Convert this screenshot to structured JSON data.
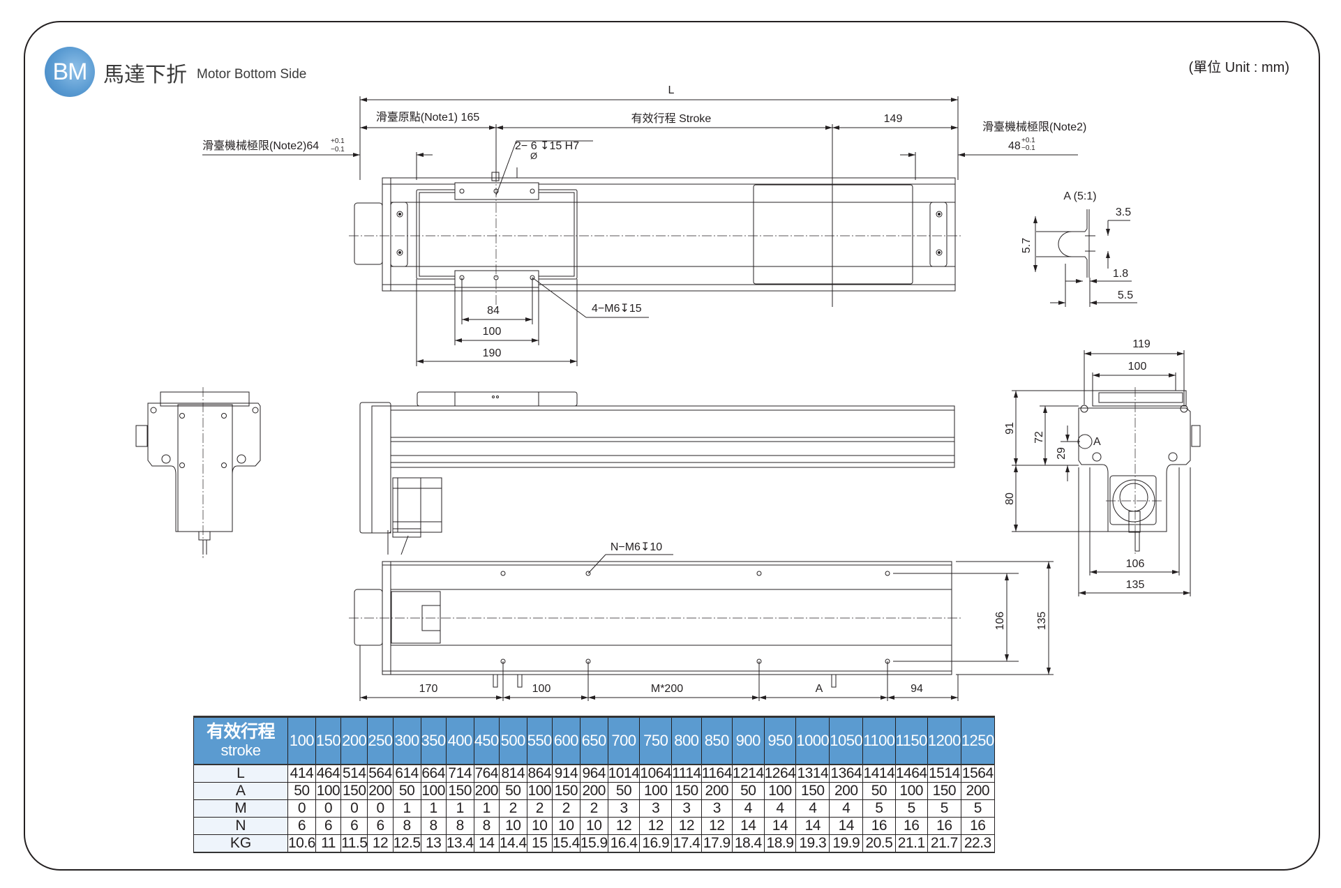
{
  "header": {
    "badge": "BM",
    "title_zh": "馬達下折",
    "title_en": "Motor Bottom Side",
    "unit": "(單位 Unit : mm)"
  },
  "top_view": {
    "dim_L": "L",
    "dim_origin": "滑臺原點(Note1) 165",
    "dim_stroke": "有效行程 Stroke",
    "dim_149": "149",
    "limit_left_label": "滑臺機械極限(Note2)64",
    "limit_left_tol_plus": "+0.1",
    "limit_left_tol_minus": "−0.1",
    "limit_right_label": "滑臺機械極限(Note2)",
    "limit_right_value": "48",
    "limit_right_tol_plus": "+0.1",
    "limit_right_tol_minus": "−0.1",
    "pin_hole_callout": "2−  6 ↧15  H7",
    "pin_hole_dia": "Ø",
    "tapped_hole_callout": "4−M6↧15",
    "dim_84": "84",
    "dim_100": "100",
    "dim_190": "190"
  },
  "detail_a": {
    "title": "A (5:1)",
    "dim_3_5": "3.5",
    "dim_5_7": "5.7",
    "dim_1_8": "1.8",
    "dim_5_5": "5.5"
  },
  "end_view": {
    "dim_119": "119",
    "dim_100": "100",
    "dim_91": "91",
    "dim_72": "72",
    "dim_29": "29",
    "dim_80": "80",
    "detail_marker": "A",
    "dim_106": "106",
    "dim_135": "135"
  },
  "bottom_view": {
    "callout": "N−M6↧10",
    "dim_170": "170",
    "dim_100": "100",
    "dim_m200": "M*200",
    "dim_a": "A",
    "dim_94": "94",
    "dim_106": "106",
    "dim_135": "135"
  },
  "spec_table": {
    "header_zh": "有效行程",
    "header_en": "stroke",
    "strokes": [
      "100",
      "150",
      "200",
      "250",
      "300",
      "350",
      "400",
      "450",
      "500",
      "550",
      "600",
      "650",
      "700",
      "750",
      "800",
      "850",
      "900",
      "950",
      "1000",
      "1050",
      "1100",
      "1150",
      "1200",
      "1250"
    ],
    "rows": [
      {
        "label": "L",
        "values": [
          "414",
          "464",
          "514",
          "564",
          "614",
          "664",
          "714",
          "764",
          "814",
          "864",
          "914",
          "964",
          "1014",
          "1064",
          "1114",
          "1164",
          "1214",
          "1264",
          "1314",
          "1364",
          "1414",
          "1464",
          "1514",
          "1564"
        ]
      },
      {
        "label": "A",
        "values": [
          "50",
          "100",
          "150",
          "200",
          "50",
          "100",
          "150",
          "200",
          "50",
          "100",
          "150",
          "200",
          "50",
          "100",
          "150",
          "200",
          "50",
          "100",
          "150",
          "200",
          "50",
          "100",
          "150",
          "200"
        ]
      },
      {
        "label": "M",
        "values": [
          "0",
          "0",
          "0",
          "0",
          "1",
          "1",
          "1",
          "1",
          "2",
          "2",
          "2",
          "2",
          "3",
          "3",
          "3",
          "3",
          "4",
          "4",
          "4",
          "4",
          "5",
          "5",
          "5",
          "5"
        ]
      },
      {
        "label": "N",
        "values": [
          "6",
          "6",
          "6",
          "6",
          "8",
          "8",
          "8",
          "8",
          "10",
          "10",
          "10",
          "10",
          "12",
          "12",
          "12",
          "12",
          "14",
          "14",
          "14",
          "14",
          "16",
          "16",
          "16",
          "16"
        ]
      },
      {
        "label": "KG",
        "values": [
          "10.6",
          "11",
          "11.5",
          "12",
          "12.5",
          "13",
          "13.4",
          "14",
          "14.4",
          "15",
          "15.4",
          "15.9",
          "16.4",
          "16.9",
          "17.4",
          "17.9",
          "18.4",
          "18.9",
          "19.3",
          "19.9",
          "20.5",
          "21.1",
          "21.7",
          "22.3"
        ]
      }
    ]
  }
}
